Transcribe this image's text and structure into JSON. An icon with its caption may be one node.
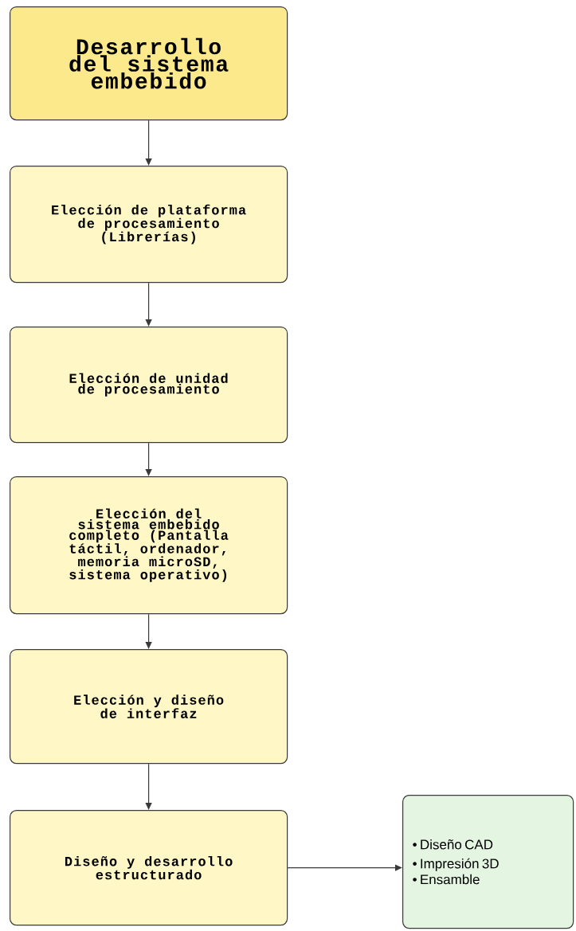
{
  "diagram": {
    "nodes": [
      {
        "text": [
          "Desarrollo del sistema embebido"
        ]
      },
      {
        "text": [
          "Elección de plataforma de procesamiento (Librerías)"
        ]
      },
      {
        "text": [
          "Elección de unidad de procesamiento"
        ]
      },
      {
        "text": [
          "Elección del sistema embebido completo (Pantalla táctil, ordenador, memoria microSD, sistema operativo)"
        ]
      },
      {
        "text": [
          "Elección y diseño de interfaz"
        ]
      },
      {
        "text": [
          "Diseño y desarrollo estructurado"
        ]
      },
      {
        "text": [
          "• Diseño CAD",
          "• Impresión 3D",
          "• Ensamble"
        ]
      }
    ],
    "edges": [
      {
        "from": 0,
        "to": 1,
        "arrow": "to"
      },
      {
        "from": 1,
        "to": 2,
        "arrow": "to"
      },
      {
        "from": 2,
        "to": 3,
        "arrow": "to"
      },
      {
        "from": 3,
        "to": 4,
        "arrow": "to"
      },
      {
        "from": 4,
        "to": 5,
        "arrow": "to"
      },
      {
        "from": 5,
        "to": 6,
        "arrow": "to"
      }
    ]
  }
}
